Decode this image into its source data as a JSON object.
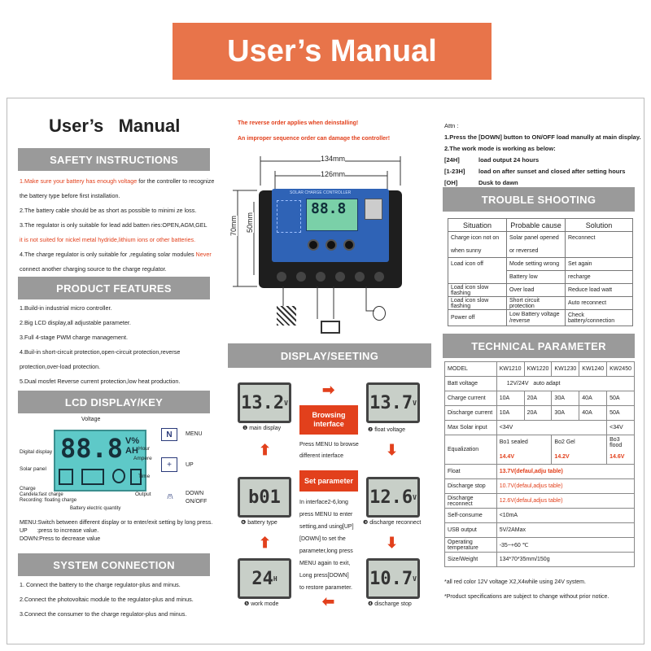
{
  "banner": {
    "title": "User’s Manual"
  },
  "left": {
    "title": "User’s   Manual",
    "safety": {
      "heading": "SAFETY INSTRUCTIONS",
      "lines": [
        {
          "text": "1.Make sure your battery has enough voltage",
          "red": true,
          "rest": " for the controller to recognize"
        },
        {
          "text": "the battery type before first installation.",
          "red": false,
          "rest": ""
        },
        {
          "text": "2.The battery cable should be as short as possible to minimi ze loss.",
          "red": false,
          "rest": ""
        },
        {
          "text": "3.The regulator is only suitable for lead add batten  ries:OPEN,AGM,GEL",
          "red": false,
          "rest": ""
        },
        {
          "text": "it is not suited for nickel metal hydride,lithium ions or other batteries.",
          "red": true,
          "rest": ""
        },
        {
          "text": "4.The charge regulator is only suitable for ,regulating solar modules ",
          "red": false,
          "rest": "Never"
        },
        {
          "text": "connect another charging source to the charge regulator.",
          "red": false,
          "rest": ""
        }
      ]
    },
    "features": {
      "heading": "PRODUCT  FEATURES",
      "lines": [
        "1.Build-in industrial micro controller.",
        "2.Big LCD display,all adjustable parameter.",
        "3.Full 4-stage PWM  charge management.",
        "4.Buil-in short-circuit protection,open-circuit protection,reverse",
        "protection,over-load protection.",
        "5.Dual mosfet Reverse current protection,low heat production."
      ]
    },
    "lcd": {
      "heading": "LCD DISPLAY/KEY",
      "digits": "88.8",
      "labels": {
        "voltage": "Voltage",
        "digital_display": "Digital display",
        "solar_panel": "Solar panel",
        "hour": "Hour",
        "ampere": "Ampere",
        "time": "Time",
        "output": "Output",
        "charge": "Charge",
        "candela": "Candela:fast charge",
        "recording": "Recording: floating charge",
        "battery_quantity": "Battery electric quantity"
      },
      "keys": [
        {
          "symbol": "N",
          "label": "MENU"
        },
        {
          "symbol": "+",
          "label": "UP"
        },
        {
          "symbol": "/!\\",
          "label": "DOWN ON/OFF"
        }
      ],
      "notes": [
        "MENU:Switch between different display or to enter/exit setting by long press.",
        "UP      :press to increase value.",
        "DOWN:Press to decrease value"
      ]
    },
    "system": {
      "heading": "SYSTEM CONNECTION",
      "lines": [
        "1. Connect the battery to the charge regulator-plus and minus.",
        "2.Connect the photovoltaic module to the regulator-plus and minus.",
        "3.Connect the consumer to the charge regulator-plus and minus."
      ]
    }
  },
  "middle": {
    "warning1": "The reverse order applies when deinstalling!",
    "warning2": "An improper sequence order can damage the controller!",
    "dim_134": "134mm",
    "dim_126": "126mm",
    "dim_70": "70mm",
    "dim_50": "50mm",
    "device_lcd": "88.8",
    "device_label": "SOLAR CHARGE CONTROLLER",
    "display_heading": "DISPLAY/SEETING",
    "screens": [
      {
        "value": "13.2",
        "unit": "V",
        "label": "❶ main display"
      },
      {
        "value": "13.7",
        "unit": "V",
        "label": "❷ float voltage"
      },
      {
        "value": "b01",
        "unit": "",
        "label": "❻ battery type"
      },
      {
        "value": "12.6",
        "unit": "V",
        "label": "❸ discharge reconnect"
      },
      {
        "value": "24",
        "unit": "H",
        "label": "❺ work mode"
      },
      {
        "value": "10.7",
        "unit": "V",
        "label": "❹ discharge stop"
      }
    ],
    "browsing_title": "Browsing interface",
    "browsing_text": [
      "Press MENU to browse",
      "different  interface"
    ],
    "set_title": "Set parameter",
    "set_text": [
      "In interface2-6,long",
      "press MENU to enter",
      "setting,and using[UP]",
      "[DOWN] to set the",
      "parameter,long press",
      "MENU again to exit,",
      "Long press[DOWN]",
      "to restore parameter."
    ]
  },
  "right": {
    "attn": "Attn :",
    "attn1": "1.Press the [DOWN] button to ON/OFF load manully at main display.",
    "attn2": "2.The work mode is working as below:",
    "modes": [
      {
        "k": "[24H]",
        "v": "load output 24 hours"
      },
      {
        "k": "[1-23H]",
        "v": "load on after sunset and closed after setting hours"
      },
      {
        "k": "[OH]",
        "v": "Dusk to dawn"
      }
    ],
    "trouble_heading": "TROUBLE SHOOTING",
    "trouble_headers": [
      "Situation",
      "Probable cause",
      "Solution"
    ],
    "trouble_rows": [
      [
        "Charge icon not on",
        "Solar  panel  opened",
        "Reconnect"
      ],
      [
        "when  sunny",
        "or reversed",
        ""
      ],
      [
        "Load icon off",
        "Mode setting wrong",
        "Set again"
      ],
      [
        "",
        "Battery low",
        "recharge"
      ],
      [
        "Load icon slow flashing",
        "Over load",
        "Reduce load watt"
      ],
      [
        "Load icon slow flashing",
        "Short circuit protection",
        "Auto  reconnect"
      ],
      [
        "Power off",
        "Low Battery voltage /reverse",
        "Check battery/connection"
      ]
    ],
    "param_heading": "TECHNICAL PARAMETER",
    "param": {
      "model": [
        "MODEL",
        "KW1210",
        "KW1220",
        "KW1230",
        "KW1240",
        "KW2450"
      ],
      "batt": [
        "Batt voltage",
        "12V/24V   auto adapt"
      ],
      "charge": [
        "Charge current",
        "10A",
        "20A",
        "30A",
        "40A",
        "50A"
      ],
      "discharge": [
        "Discharge current",
        "10A",
        "20A",
        "30A",
        "40A",
        "50A"
      ],
      "solar": [
        "Max Solar input",
        "<34V",
        "<34V"
      ],
      "eq_label": "Equalization",
      "eq_heads": [
        "Bo1  sealed",
        "Bo2 Gel",
        "Bo3 flood"
      ],
      "eq_vals": [
        "14.4V",
        "14.2V",
        "14.6V"
      ],
      "float": [
        "Float",
        "13.7V(defaul,adju table)"
      ],
      "dstop": [
        "Discharge stop",
        "10.7V(defaul,adjus table)"
      ],
      "drecon": [
        "Discharge reconnect",
        "12.6V(defaul,adjus table)"
      ],
      "selfc": [
        "Self-consume",
        "<10mA"
      ],
      "usb": [
        "USB output",
        "5V/2AMax"
      ],
      "temp": [
        "Operating temperature",
        "-35~+60 ℃"
      ],
      "size": [
        "Size/Weight",
        "134*70*35mm/150g"
      ]
    },
    "note1": "*all red color 12V voltage X2,X4while using 24V system.",
    "note2": "*Product specifications are subject to change without prior notice."
  },
  "colors": {
    "accent": "#e8744a",
    "red_text": "#e2401c",
    "section_bar": "#9a9a9a",
    "lcd_bg": "#c8cfc8"
  }
}
